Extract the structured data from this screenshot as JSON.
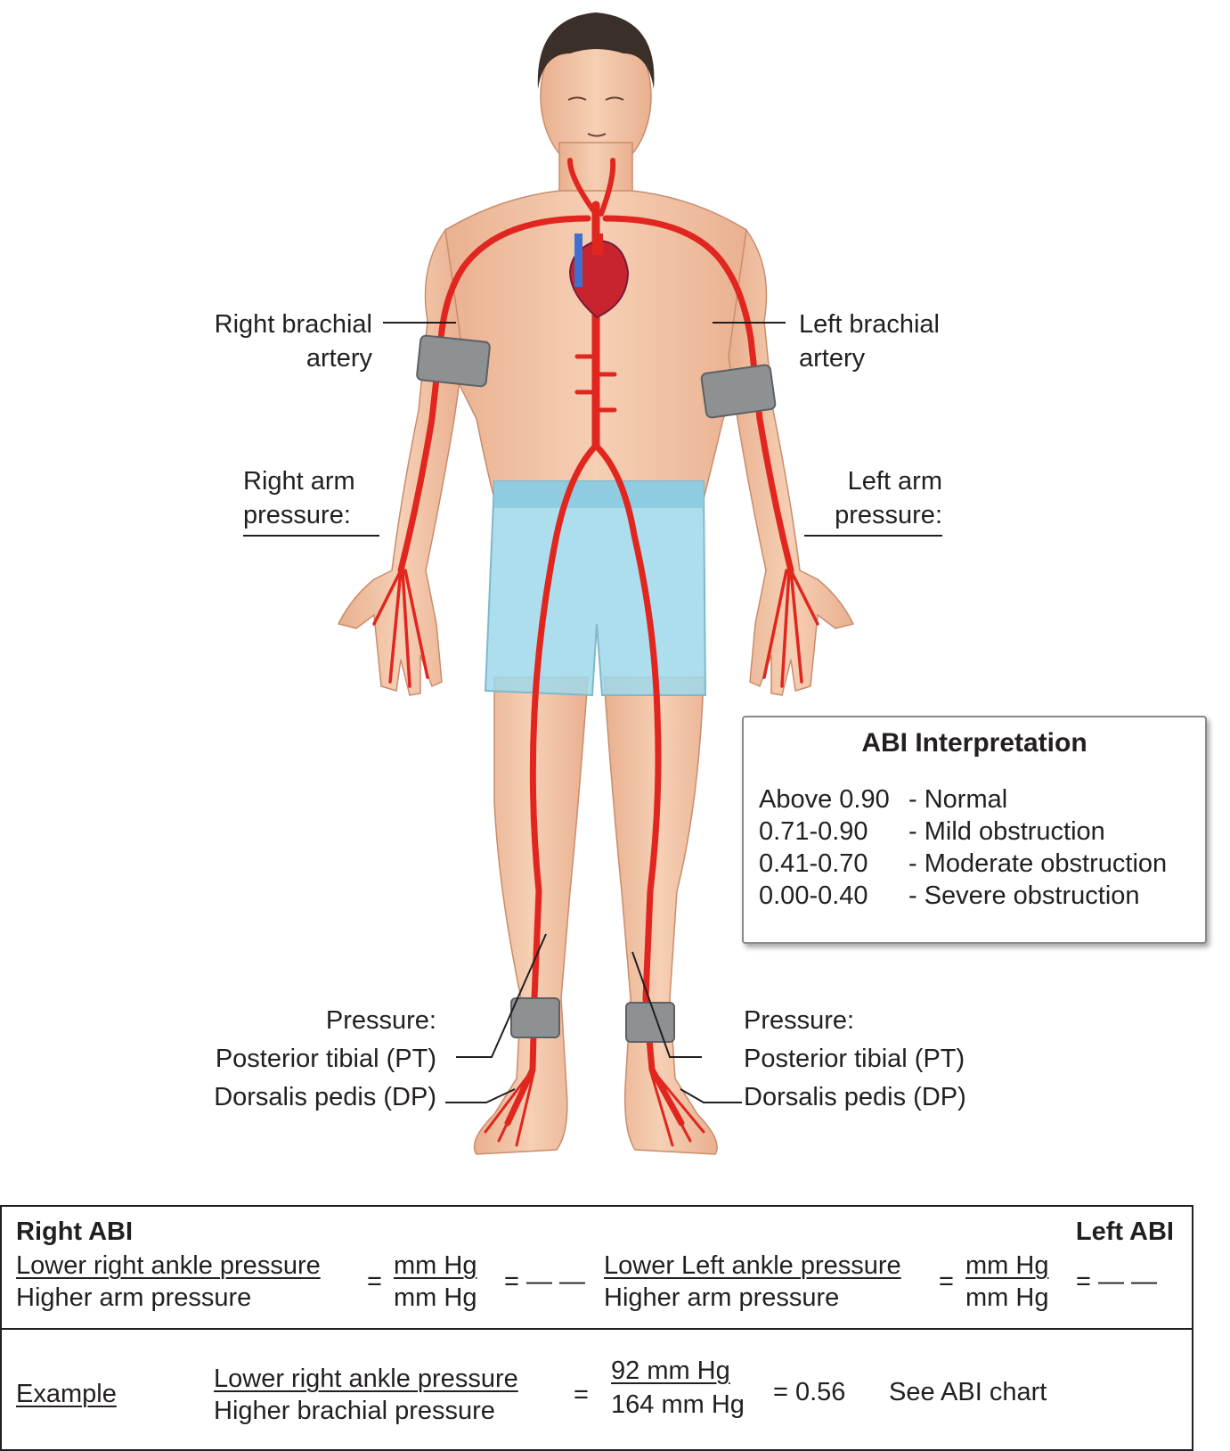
{
  "labels": {
    "right_brachial": [
      "Right brachial",
      "artery"
    ],
    "left_brachial": [
      "Left brachial",
      "artery"
    ],
    "right_arm": [
      "Right arm",
      "pressure:"
    ],
    "left_arm": [
      "Left arm",
      "pressure:"
    ],
    "right_ankle": [
      "Pressure:",
      "Posterior tibial (PT)",
      "Dorsalis pedis (DP)"
    ],
    "left_ankle": [
      "Pressure:",
      "Posterior tibial (PT)",
      "Dorsalis pedis (DP)"
    ]
  },
  "abi_interpretation": {
    "title": "ABI Interpretation",
    "rows": [
      {
        "range": "Above 0.90",
        "meaning": "- Normal"
      },
      {
        "range": "0.71-0.90",
        "meaning": "- Mild obstruction"
      },
      {
        "range": "0.41-0.70",
        "meaning": "- Moderate obstruction"
      },
      {
        "range": "0.00-0.40",
        "meaning": "- Severe obstruction"
      }
    ]
  },
  "calculation": {
    "right": {
      "title": "Right ABI",
      "numerator": "Lower right ankle pressure",
      "denominator": "Higher arm pressure",
      "eq": "=",
      "unit_top": "mm Hg",
      "unit_bottom": "mm Hg",
      "result": "= — —"
    },
    "left": {
      "title": "Left ABI",
      "numerator": "Lower Left ankle pressure",
      "denominator": "Higher arm pressure",
      "eq": "=",
      "unit_top": "mm Hg",
      "unit_bottom": "mm Hg",
      "result": "= — —"
    },
    "example": {
      "label": "Example",
      "numerator": "Lower right ankle pressure",
      "denominator": "Higher brachial pressure",
      "eq": "=",
      "value_top": "92 mm Hg",
      "value_bottom": "164 mm Hg",
      "result": "= 0.56",
      "note": "See ABI chart"
    }
  },
  "colors": {
    "skin": "#f2c2a4",
    "artery": "#e0261f",
    "shorts": "#9fd8ea",
    "cuff": "#8e9194",
    "hair": "#3b2f2a"
  }
}
